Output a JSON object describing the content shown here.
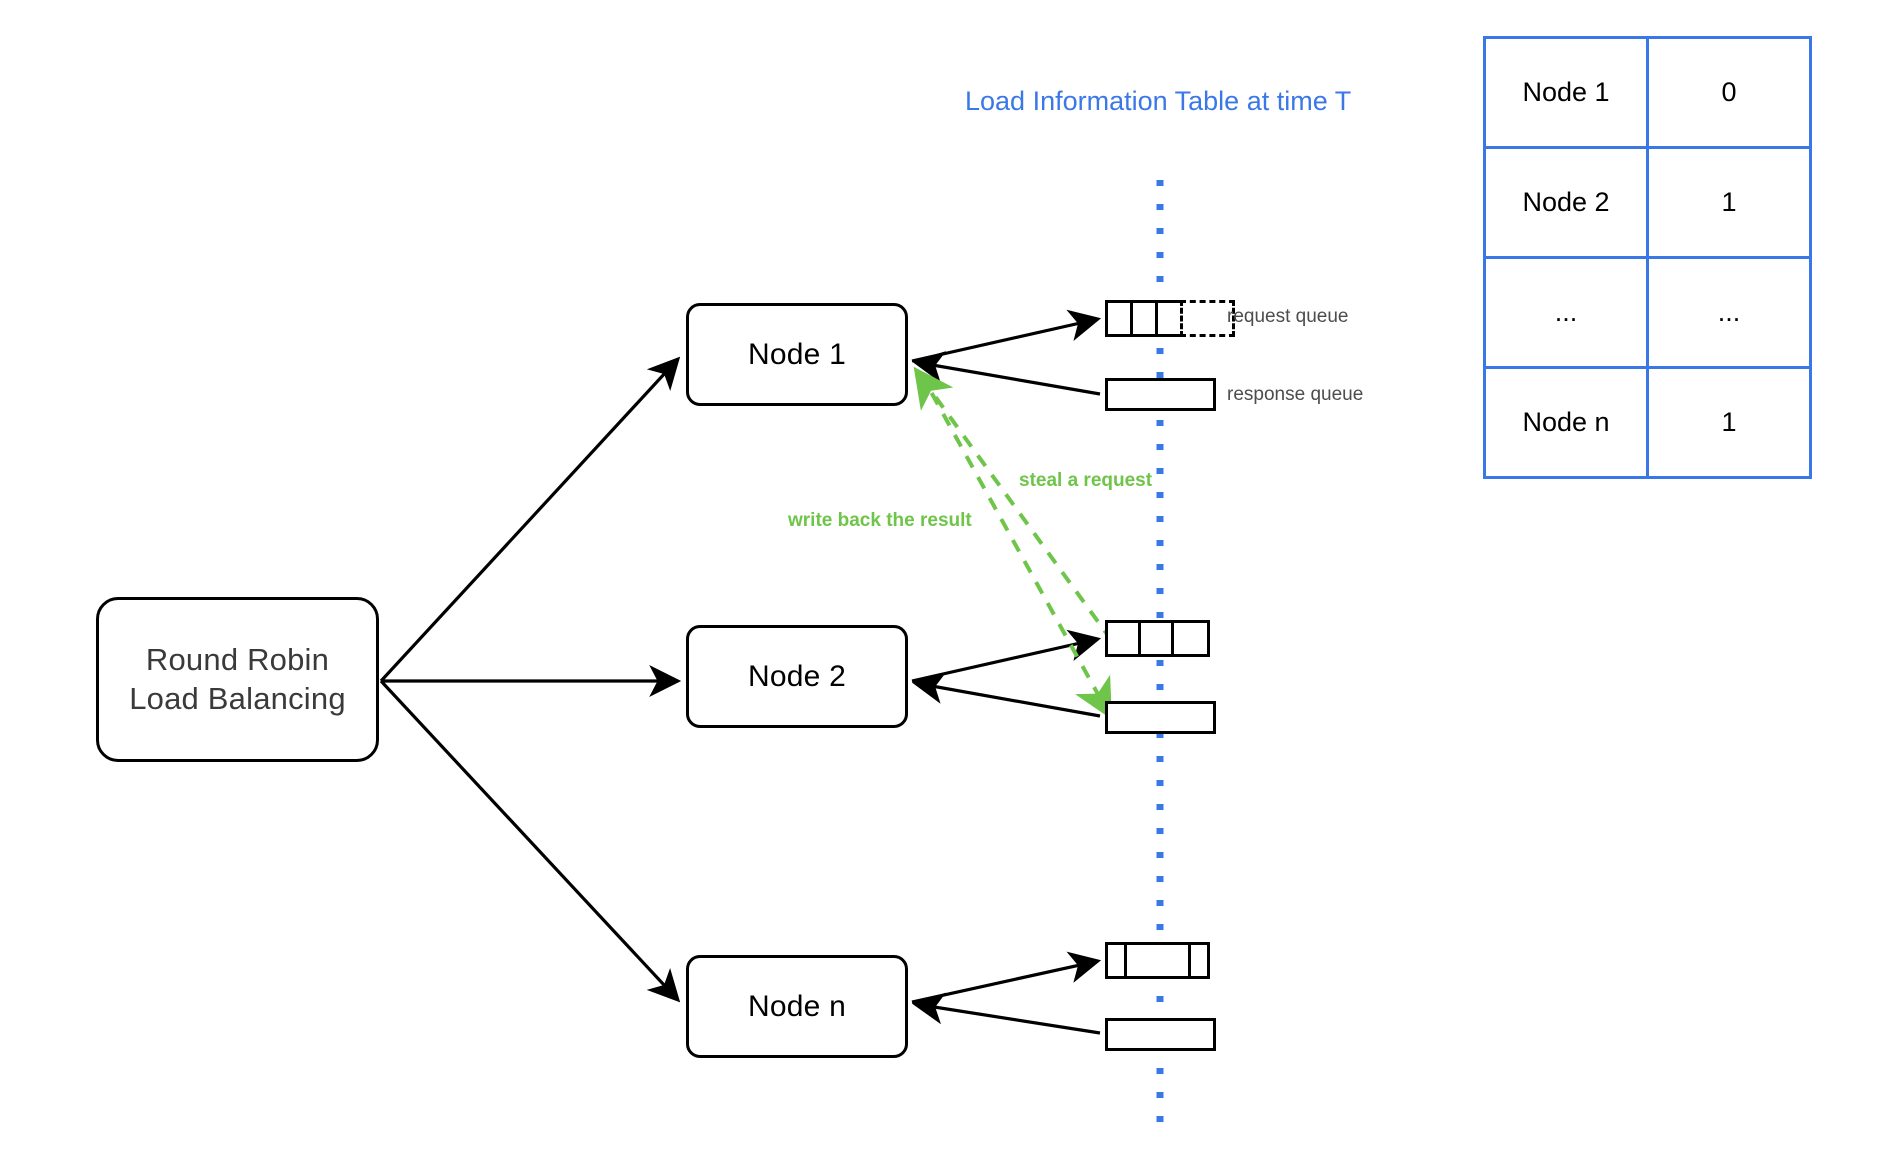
{
  "diagram": {
    "title": "Load Information Table at time T",
    "accent_blue": "#3b78e7",
    "accent_green": "#6fc44a",
    "stroke_black": "#000000",
    "text_gray": "#4d4d4d"
  },
  "balancer": {
    "line1": "Round Robin",
    "line2": "Load Balancing"
  },
  "nodes": [
    {
      "label": "Node 1"
    },
    {
      "label": "Node 2"
    },
    {
      "label": "Node n"
    }
  ],
  "queue_labels": {
    "request": "request queue",
    "response": "response queue"
  },
  "queues": [
    {
      "node": "Node 1",
      "request_cells": 3,
      "request_empty_slot": true,
      "response_cells": 1
    },
    {
      "node": "Node 2",
      "request_cells": 3,
      "request_empty_slot": false,
      "response_cells": 1
    },
    {
      "node": "Node n",
      "request_cells": 3,
      "request_empty_slot": false,
      "response_cells": 1
    }
  ],
  "annotations": {
    "steal": "steal a request",
    "write_back": "write back the result"
  },
  "load_table": {
    "columns": 2,
    "rows": [
      {
        "node": "Node 1",
        "load": "0"
      },
      {
        "node": "Node 2",
        "load": "1"
      },
      {
        "node": "...",
        "load": "..."
      },
      {
        "node": "Node n",
        "load": "1"
      }
    ]
  }
}
